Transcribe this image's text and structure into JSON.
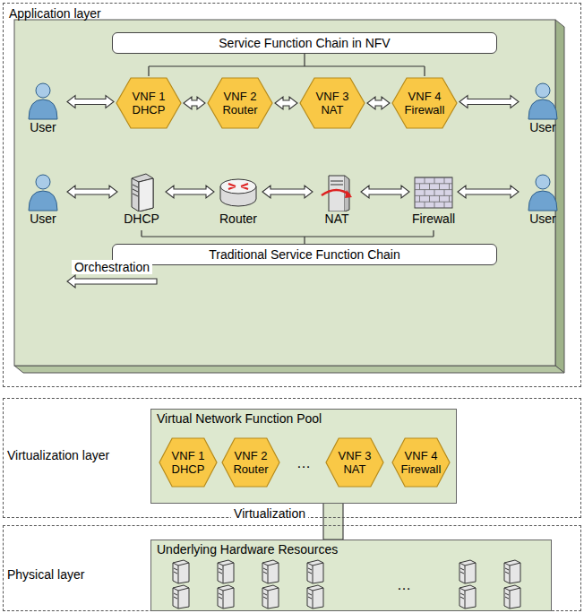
{
  "diagram": {
    "nodes": [
      {
        "text": [
          "Application layer"
        ]
      },
      {
        "text": [
          "Service Function Chain in NFV"
        ],
        "in": 0
      },
      {
        "text": [
          "User"
        ],
        "in": 0
      },
      {
        "text": [
          "VNF 1 DHCP"
        ],
        "in": 0
      },
      {
        "text": [
          "VNF 2 Router"
        ],
        "in": 0
      },
      {
        "text": [
          "VNF 3 NAT"
        ],
        "in": 0
      },
      {
        "text": [
          "VNF 4 Firewall"
        ],
        "in": 0
      },
      {
        "text": [
          "User"
        ],
        "in": 0
      },
      {
        "text": [
          "User"
        ],
        "in": 0
      },
      {
        "text": [
          "DHCP"
        ],
        "in": 0
      },
      {
        "text": [
          "Router"
        ],
        "in": 0
      },
      {
        "text": [
          "NAT"
        ],
        "in": 0
      },
      {
        "text": [
          "Firewall"
        ],
        "in": 0
      },
      {
        "text": [
          "User"
        ],
        "in": 0
      },
      {
        "text": [
          "Traditional Service Function Chain"
        ],
        "in": 0
      },
      {
        "text": [
          "Virtualization layer"
        ]
      },
      {
        "text": [
          "Virtual Network Function Pool"
        ],
        "in": 15
      },
      {
        "text": [
          "VNF 1 DHCP"
        ],
        "in": 16
      },
      {
        "text": [
          "VNF 2 Router"
        ],
        "in": 16
      },
      {
        "text": [
          "VNF 3 NAT"
        ],
        "in": 16
      },
      {
        "text": [
          "VNF 4 Firewall"
        ],
        "in": 16
      },
      {
        "text": [
          "Physical layer"
        ]
      },
      {
        "text": [
          "Underlying Hardware Resources"
        ],
        "in": 21
      }
    ],
    "edges": [
      {
        "from": 2,
        "to": 3,
        "arrow": "both"
      },
      {
        "from": 3,
        "to": 4,
        "arrow": "both"
      },
      {
        "from": 4,
        "to": 5,
        "arrow": "both"
      },
      {
        "from": 5,
        "to": 6,
        "arrow": "both"
      },
      {
        "from": 6,
        "to": 7,
        "arrow": "both"
      },
      {
        "from": 8,
        "to": 9,
        "arrow": "both"
      },
      {
        "from": 9,
        "to": 10,
        "arrow": "both"
      },
      {
        "from": 10,
        "to": 11,
        "arrow": "both"
      },
      {
        "from": 11,
        "to": 12,
        "arrow": "both"
      },
      {
        "from": 12,
        "to": 13,
        "arrow": "both"
      },
      {
        "from": 16,
        "to": 0,
        "label": "Orchestration",
        "arrow": "to"
      },
      {
        "from": 22,
        "to": 16,
        "label": "Virtualization",
        "arrow": "to"
      }
    ],
    "labels": [
      "…",
      "…"
    ]
  }
}
